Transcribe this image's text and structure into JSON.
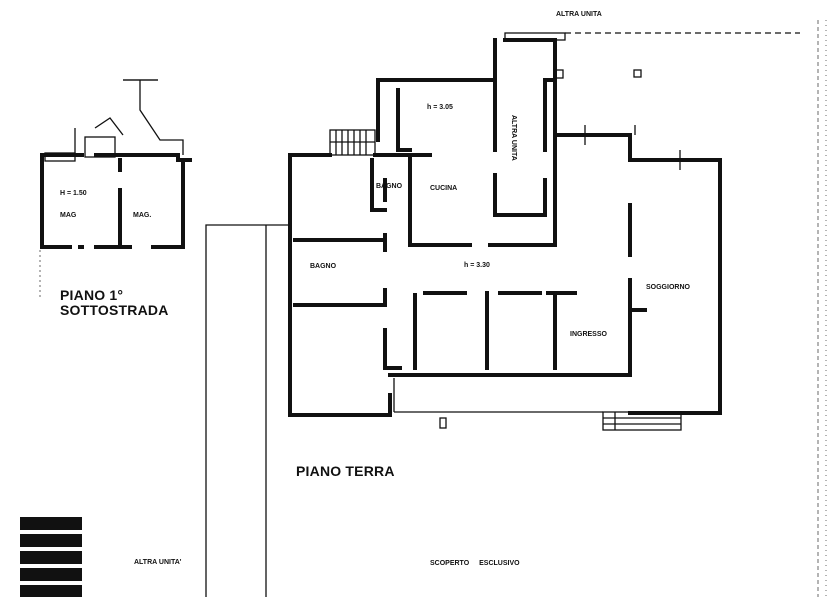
{
  "floors": {
    "ground": {
      "title": "PIANO TERRA",
      "rooms": {
        "bagno_upper": "BAGNO",
        "cucina": "CUCINA",
        "bagno_lower": "BAGNO",
        "soggiorno": "SOGGIORNO",
        "ingresso": "INGRESSO"
      },
      "heights": {
        "kitchen": "h = 3.05",
        "main": "h = 3.30"
      },
      "neighbor_top": "ALTRA UNITA",
      "neighbor_vertical": "ALTRA UNITA"
    },
    "basement": {
      "title_line1": "PIANO 1°",
      "title_line2": "SOTTOSTRADA",
      "height": "H = 1.50",
      "room_left": "MAG",
      "room_right": "MAG."
    }
  },
  "outdoor": {
    "exclusive_area": "SCOPERTO ESCLUSIVO",
    "neighbor_bottom": "ALTRA UNITA'"
  }
}
